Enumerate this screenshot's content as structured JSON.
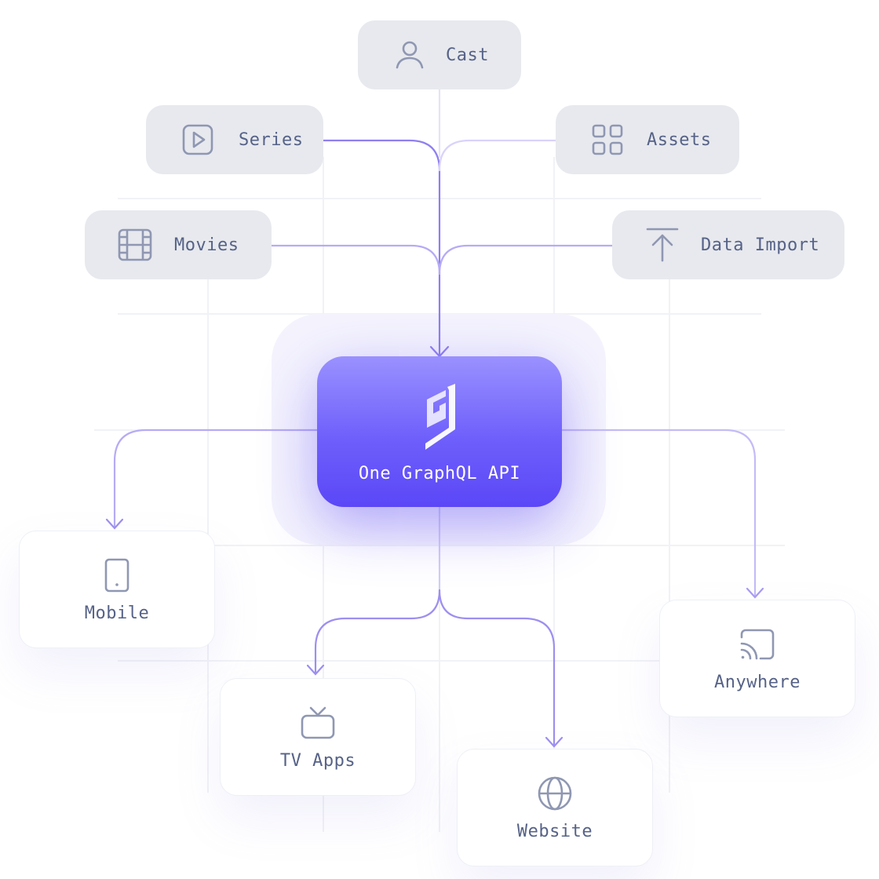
{
  "sources": {
    "cast": {
      "label": "Cast",
      "icon": "user-icon"
    },
    "series": {
      "label": "Series",
      "icon": "play-square-icon"
    },
    "assets": {
      "label": "Assets",
      "icon": "grid-icon"
    },
    "movies": {
      "label": "Movies",
      "icon": "film-icon"
    },
    "data_import": {
      "label": "Data Import",
      "icon": "upload-icon"
    }
  },
  "hub": {
    "label": "One GraphQL API",
    "icon": "hygraph-logo"
  },
  "destinations": {
    "mobile": {
      "label": "Mobile",
      "icon": "smartphone-icon"
    },
    "tv_apps": {
      "label": "TV Apps",
      "icon": "tv-icon"
    },
    "website": {
      "label": "Website",
      "icon": "globe-icon"
    },
    "anywhere": {
      "label": "Anywhere",
      "icon": "cast-icon"
    }
  },
  "colors": {
    "accent": "#6e5ffb",
    "connector": "#9d8ff0",
    "source_bg": "#e7e9ee",
    "text": "#566287",
    "icon": "#8f97b2"
  }
}
